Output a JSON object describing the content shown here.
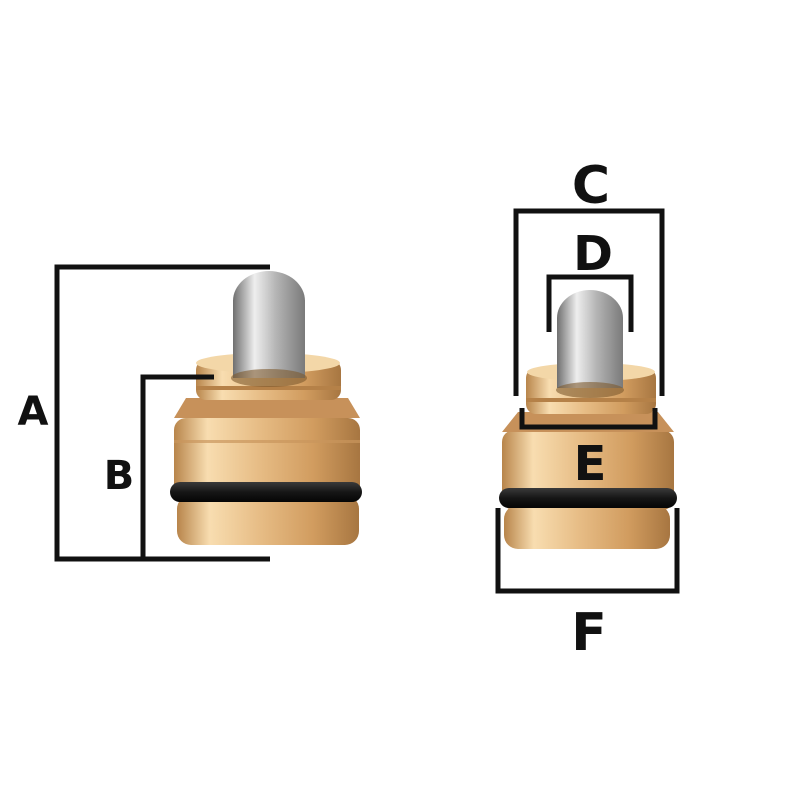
{
  "labels": {
    "a": "A",
    "b": "B",
    "c": "C",
    "d": "D",
    "e": "E",
    "f": "F"
  },
  "colors": {
    "bracket": "#111111",
    "brass_light": "#f8ddb0",
    "brass_mid": "#ddaa70",
    "brass_dark": "#b8854b",
    "steel_light": "#eeeeee",
    "steel_dark": "#6f6f6f",
    "oring": "#161616",
    "background": "#ffffff"
  }
}
